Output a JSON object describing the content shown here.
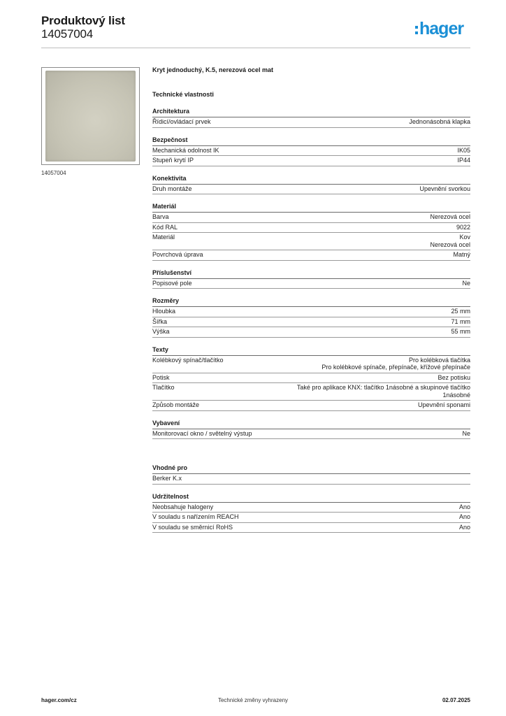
{
  "header": {
    "title": "Produktový list",
    "code": "14057004",
    "logo_text": "hager",
    "brand_color": "#1a8fd6"
  },
  "product": {
    "caption": "14057004",
    "name": "Kryt jednoduchý, K.5, nerezová ocel mat"
  },
  "tech_title": "Technické vlastnosti",
  "sections": [
    {
      "title": "Architektura",
      "rows": [
        {
          "label": "Řídicí/ovládací prvek",
          "value": "Jednonásobná klapka"
        }
      ]
    },
    {
      "title": "Bezpečnost",
      "rows": [
        {
          "label": "Mechanická odolnost IK",
          "value": "IK05"
        },
        {
          "label": "Stupeň krytí IP",
          "value": "IP44"
        }
      ]
    },
    {
      "title": "Konektivita",
      "rows": [
        {
          "label": "Druh montáže",
          "value": "Upevnění svorkou"
        }
      ]
    },
    {
      "title": "Materiál",
      "rows": [
        {
          "label": "Barva",
          "value": "Nerezová ocel"
        },
        {
          "label": "Kód RAL",
          "value": "9022"
        },
        {
          "label": "Materiál",
          "value": "Kov\nNerezová ocel"
        },
        {
          "label": "Povrchová úprava",
          "value": "Matný"
        }
      ]
    },
    {
      "title": "Příslušenství",
      "rows": [
        {
          "label": "Popisové pole",
          "value": "Ne"
        }
      ]
    },
    {
      "title": "Rozměry",
      "rows": [
        {
          "label": "Hloubka",
          "value": "25 mm"
        },
        {
          "label": "Šířka",
          "value": "71 mm"
        },
        {
          "label": "Výška",
          "value": "55 mm"
        }
      ]
    },
    {
      "title": "Texty",
      "rows": [
        {
          "label": "Kolébkový spínač/tlačítko",
          "value": "Pro kolébková tlačítka\nPro kolébkové spínače, přepínače, křížové přepínače"
        },
        {
          "label": "Potisk",
          "value": "Bez potisku"
        },
        {
          "label": "Tlačítko",
          "value": "Také pro aplikace KNX: tlačítko 1násobné a skupinové tlačítko\n1násobné"
        },
        {
          "label": "Způsob montáže",
          "value": "Upevnění sponami"
        }
      ]
    },
    {
      "title": "Vybavení",
      "rows": [
        {
          "label": "Monitorovací okno / světelný výstup",
          "value": "Ne"
        }
      ]
    }
  ],
  "suitable": {
    "title": "Vhodné pro",
    "rows": [
      {
        "label": "Berker K.x",
        "value": ""
      }
    ]
  },
  "sustainability": {
    "title": "Udržitelnost",
    "rows": [
      {
        "label": "Neobsahuje halogeny",
        "value": "Ano"
      },
      {
        "label": "V souladu s nařízením REACH",
        "value": "Ano"
      },
      {
        "label": "V souladu se směrnicí RoHS",
        "value": "Ano"
      }
    ]
  },
  "footer": {
    "website": "hager.com/cz",
    "note": "Technické změny vyhrazeny",
    "date": "02.07.2025"
  }
}
